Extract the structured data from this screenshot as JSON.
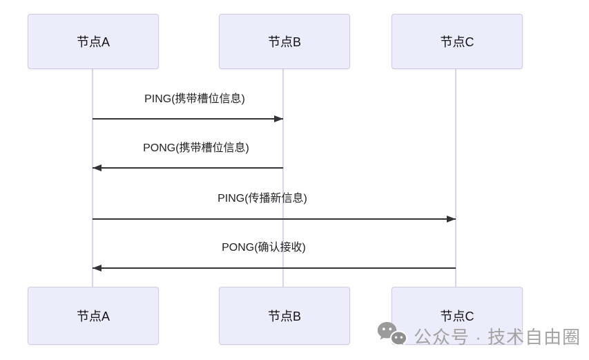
{
  "diagram": {
    "type": "sequence",
    "actors": [
      {
        "id": "A",
        "label": "节点A"
      },
      {
        "id": "B",
        "label": "节点B"
      },
      {
        "id": "C",
        "label": "节点C"
      }
    ],
    "messages": [
      {
        "from": "A",
        "to": "B",
        "label": "PING(携带槽位信息)",
        "arrow": "solid-right"
      },
      {
        "from": "B",
        "to": "A",
        "label": "PONG(携带槽位信息)",
        "arrow": "solid-left"
      },
      {
        "from": "A",
        "to": "C",
        "label": "PING(传播新信息)",
        "arrow": "solid-right"
      },
      {
        "from": "C",
        "to": "A",
        "label": "PONG(确认接收)",
        "arrow": "solid-left"
      }
    ]
  },
  "watermark": {
    "icon": "wechat-icon",
    "text": "公众号 · 技术自由圈"
  },
  "colors": {
    "background": "#FFFFFF",
    "actor_fill": "#ECECFA",
    "actor_border": "#CCCCE6",
    "lifeline": "#D8D4EC",
    "arrow": "#333333",
    "label_text": "#222222",
    "watermark_text": "#A3A3A3"
  }
}
